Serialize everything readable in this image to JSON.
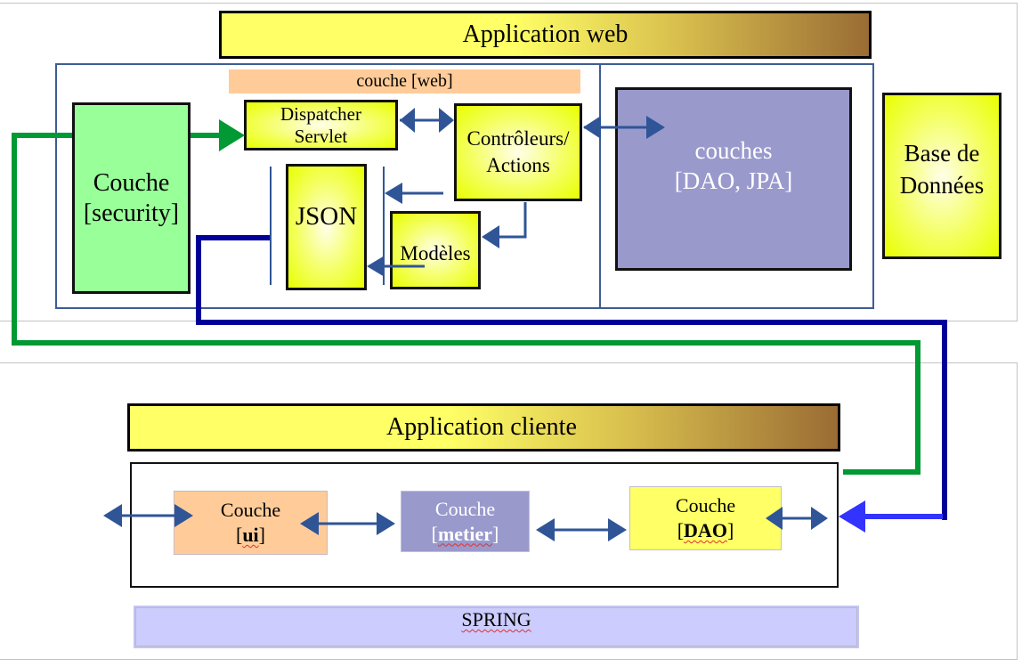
{
  "web_app": {
    "title": "Application web",
    "web_layer_label": "couche [web]",
    "security_layer": [
      "Couche",
      "[security]"
    ],
    "dispatcher": [
      "Dispatcher",
      "Servlet"
    ],
    "controllers": [
      "Contrôleurs/",
      "Actions"
    ],
    "json": "JSON",
    "models": "Modèles",
    "dao_jpa": [
      "couches",
      "[DAO, JPA]"
    ],
    "database": [
      "Base de",
      "Données"
    ]
  },
  "client_app": {
    "title": "Application cliente",
    "ui_layer": {
      "line1": "Couche",
      "open": "[",
      "name": "ui",
      "close": "]"
    },
    "metier_layer": {
      "line1": "Couche",
      "open": "[",
      "name": "metier",
      "close": "]"
    },
    "dao_layer": {
      "line1": "Couche",
      "open": "[",
      "name": "DAO",
      "close": "]"
    },
    "framework": "SPRING"
  },
  "colors": {
    "green_flow": "#009933",
    "blue_flow": "#000099",
    "arrow_blue": "#2f5597",
    "bright_blue": "#3333ff",
    "security_green": "#99ff99",
    "dao_purple": "#9999cc",
    "ui_orange": "#ffcc99",
    "spring_lavender": "#ccccff"
  }
}
